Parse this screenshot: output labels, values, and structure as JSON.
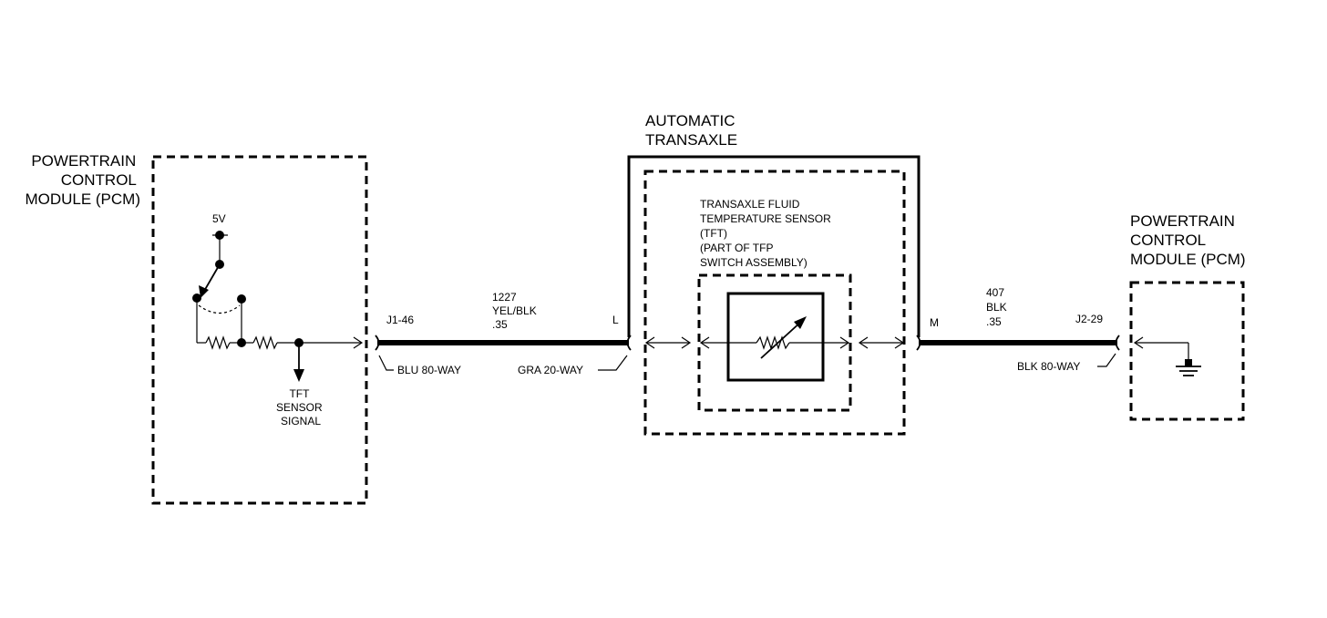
{
  "pcm_left": {
    "title_lines": [
      "POWERTRAIN",
      "CONTROL",
      "MODULE (PCM)"
    ],
    "voltage": "5V",
    "signal_lines": [
      "TFT",
      "SENSOR",
      "SIGNAL"
    ]
  },
  "wire_1227": {
    "pin_left": "J1-46",
    "circuit_lines": [
      "1227",
      "YEL/BLK",
      ".35"
    ],
    "pin_right": "L",
    "connector_left": "BLU 80-WAY",
    "connector_right": "GRA 20-WAY"
  },
  "transaxle": {
    "title_lines": [
      "AUTOMATIC",
      "TRANSAXLE"
    ],
    "sensor_lines": [
      "TRANSAXLE FLUID",
      "TEMPERATURE SENSOR",
      "(TFT)",
      "(PART OF TFP",
      "SWITCH ASSEMBLY)"
    ]
  },
  "wire_407": {
    "pin_left": "M",
    "circuit_lines": [
      "407",
      "BLK",
      ".35"
    ],
    "pin_right": "J2-29",
    "connector_right": "BLK 80-WAY"
  },
  "pcm_right": {
    "title_lines": [
      "POWERTRAIN",
      "CONTROL",
      "MODULE (PCM)"
    ]
  }
}
